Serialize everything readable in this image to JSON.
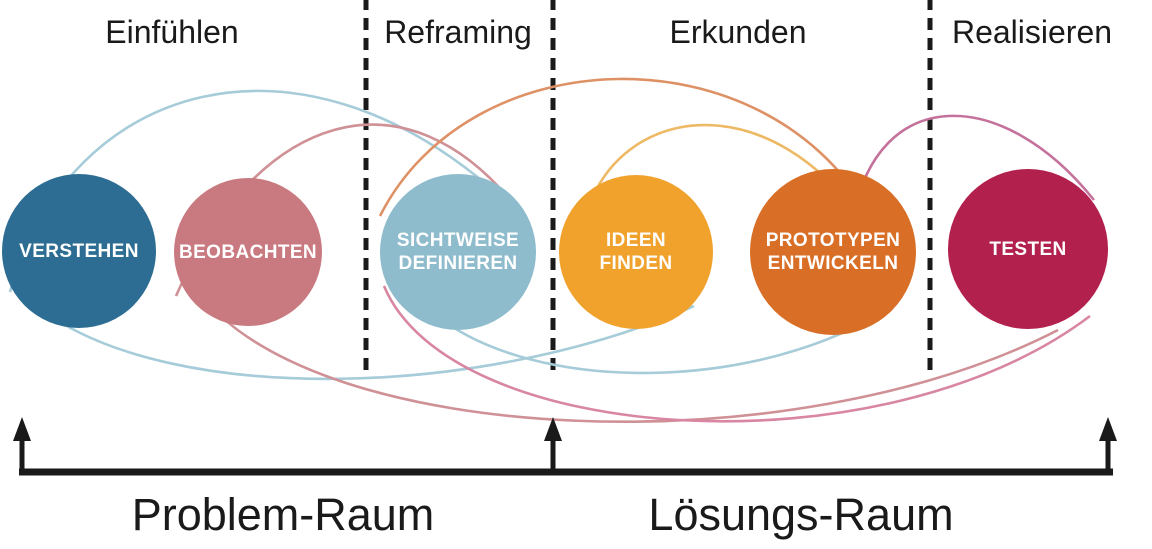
{
  "phases": [
    {
      "label": "Einfühlen"
    },
    {
      "label": "Reframing"
    },
    {
      "label": "Erkunden"
    },
    {
      "label": "Realisieren"
    }
  ],
  "steps": [
    {
      "lines": [
        "VERSTEHEN"
      ],
      "color": "#2d6d93"
    },
    {
      "lines": [
        "BEOBACHTEN"
      ],
      "color": "#c97a80"
    },
    {
      "lines": [
        "SICHTWEISE",
        "DEFINIEREN"
      ],
      "color": "#8ebccd"
    },
    {
      "lines": [
        "IDEEN",
        "FINDEN"
      ],
      "color": "#f0a22c"
    },
    {
      "lines": [
        "PROTOTYPEN",
        "ENTWICKELN"
      ],
      "color": "#d96e26"
    },
    {
      "lines": [
        "TESTEN"
      ],
      "color": "#b2204e"
    }
  ],
  "spaces": [
    {
      "label": "Problem-Raum"
    },
    {
      "label": "Lösungs-Raum"
    }
  ],
  "arc_colors": {
    "teal": "#a6cbd9",
    "rose": "#cf9096",
    "salmon": "#df9166",
    "yellow": "#eeb964",
    "pink": "#c4719b",
    "pink_light": "#d886a2"
  },
  "ink": "#1a1a1a"
}
